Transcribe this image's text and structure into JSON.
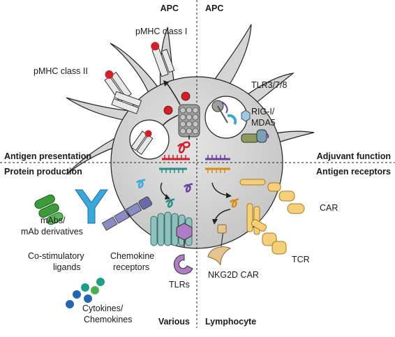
{
  "quadrants": {
    "top_left_header": "APC",
    "top_right_header": "APC",
    "bottom_left_header": "Various",
    "bottom_right_header": "Lymphocyte"
  },
  "sections": {
    "antigen_presentation": "Antigen presentation",
    "adjuvant_function": "Adjuvant function",
    "protein_production": "Protein production",
    "antigen_receptors": "Antigen receptors"
  },
  "labels": {
    "pmhc1": "pMHC class I",
    "pmhc2": "pMHC class II",
    "tlr": "TLR3/7/8",
    "rig1_line1": "RIG-I/",
    "rig1_line2": "MDA5",
    "mabs_line1": "mAbs/",
    "mabs_line2": "mAb derivatives",
    "costim_line1": "Co-stimulatory",
    "costim_line2": "ligands",
    "chemokine_line1": "Chemokine",
    "chemokine_line2": "receptors",
    "tlrs": "TLRs",
    "cytokines_line1": "Cytokines/",
    "cytokines_line2": "Chemokines",
    "car": "CAR",
    "tcr": "TCR",
    "nkg2d_car": "NKG2D CAR"
  },
  "colors": {
    "cell": "#d4d4d4",
    "mrna_red": "#d0202a",
    "mrna_teal": "#2a8f86",
    "mrna_purple": "#6b3fa0",
    "mrna_orange": "#d98b17",
    "antibody_green": "#3c9a3a",
    "antibody_blue": "#3aa7dc",
    "costim": "#8a8ac4",
    "chemokine_receptor": "#8fc1bf",
    "tlr_purple": "#b07cc6",
    "car_yellow": "#f5cf7a",
    "nkg2d_tan": "#e6c48f",
    "cytokine_teal": "#1e9e8a",
    "cytokine_blue": "#2466b0",
    "cytokine_green": "#4caf50"
  }
}
